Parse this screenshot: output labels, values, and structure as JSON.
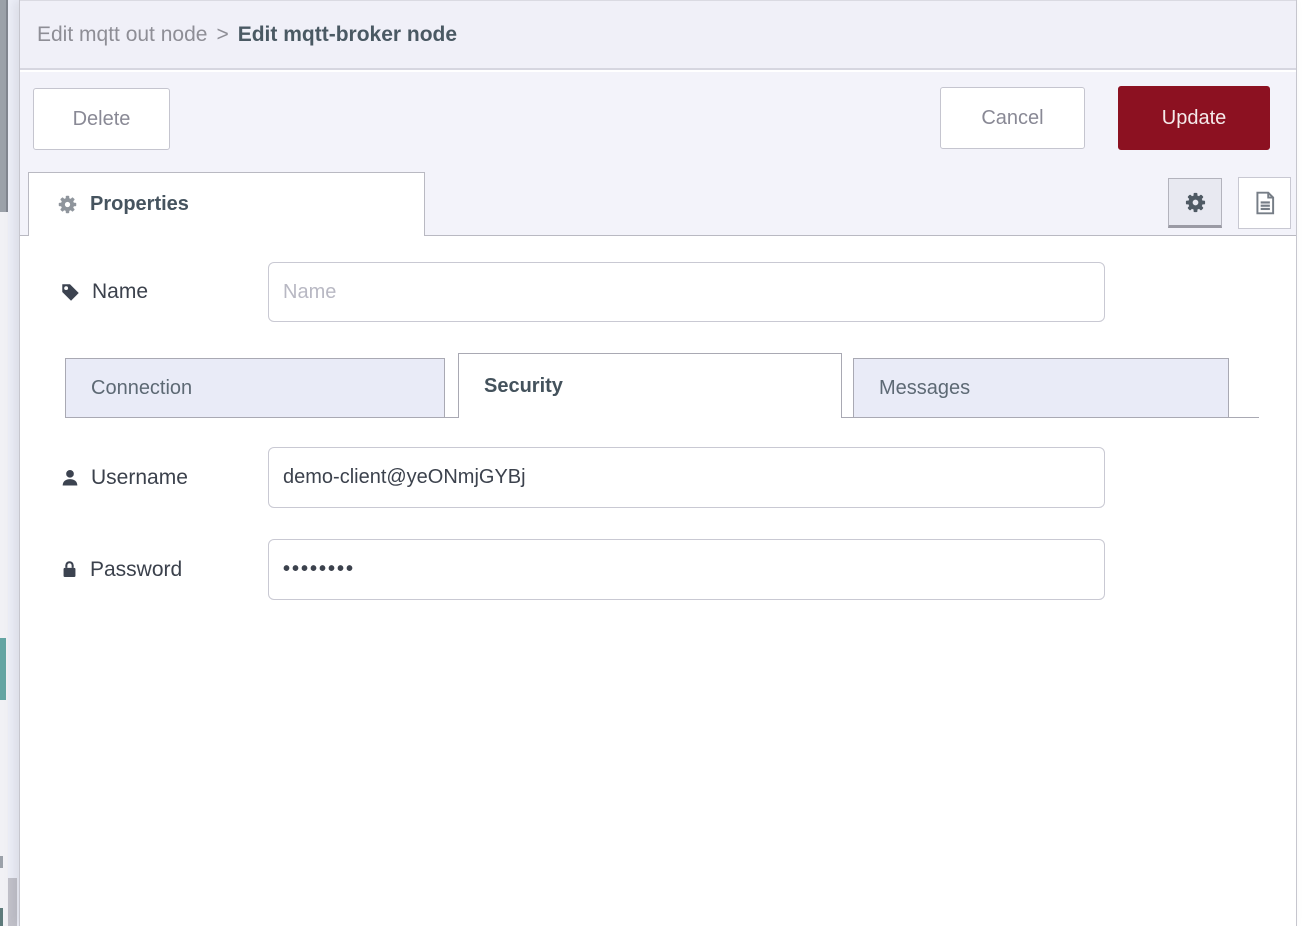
{
  "breadcrumb": {
    "parent": "Edit mqtt out node",
    "separator": ">",
    "current": "Edit mqtt-broker node"
  },
  "toolbar": {
    "delete_label": "Delete",
    "cancel_label": "Cancel",
    "update_label": "Update"
  },
  "tab_bar": {
    "properties_label": "Properties"
  },
  "form": {
    "name": {
      "label": "Name",
      "placeholder": "Name",
      "value": ""
    },
    "subtabs": [
      {
        "label": "Connection",
        "active": false
      },
      {
        "label": "Security",
        "active": true
      },
      {
        "label": "Messages",
        "active": false
      }
    ],
    "username": {
      "label": "Username",
      "value": "demo-client@yeONmjGYBj"
    },
    "password": {
      "label": "Password",
      "value": "••••••••"
    }
  },
  "icons": {
    "properties_tab": "gear-icon",
    "header_buttons": [
      "gear-icon",
      "document-icon"
    ],
    "name_field": "tag-icon",
    "username_field": "user-icon",
    "password_field": "lock-icon"
  },
  "colors": {
    "update_button": "#8c1121",
    "titlebar_bg": "#f0f0f8",
    "header_bg": "#f3f3fa",
    "inactive_subtab_bg": "#e9ebf7",
    "active_text": "#46545f",
    "muted_text": "#8e8e96",
    "border": "#b9b9c2",
    "palette_node_teal": "#64a5a3"
  }
}
